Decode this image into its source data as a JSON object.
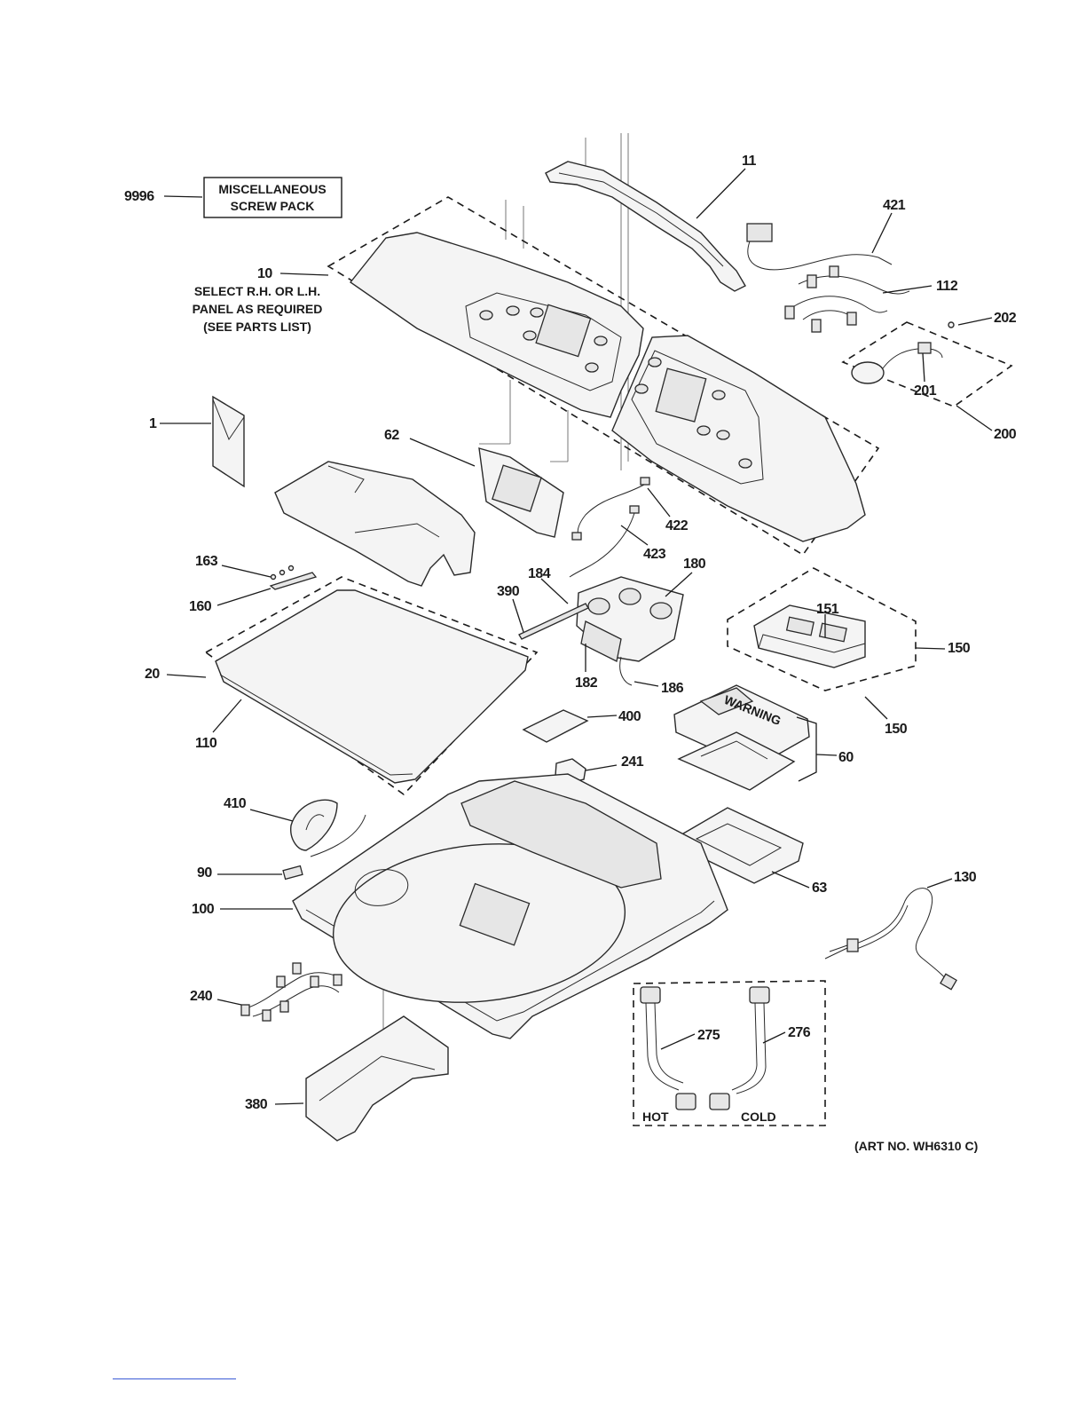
{
  "callouts": {
    "c9996": "9996",
    "c11": "11",
    "c421": "421",
    "c10": "10",
    "c112": "112",
    "c202": "202",
    "c201": "201",
    "c200": "200",
    "c1": "1",
    "c62": "62",
    "c422": "422",
    "c423": "423",
    "c163": "163",
    "c184": "184",
    "c180": "180",
    "c390": "390",
    "c160": "160",
    "c151": "151",
    "c150a": "150",
    "c150b": "150",
    "c20": "20",
    "c182": "182",
    "c186": "186",
    "c400": "400",
    "c110": "110",
    "c60": "60",
    "c241": "241",
    "c410": "410",
    "c90": "90",
    "c63": "63",
    "c130": "130",
    "c100": "100",
    "c275": "275",
    "c276": "276",
    "c240": "240",
    "c380": "380"
  },
  "notes": {
    "misc_line1": "MISCELLANEOUS",
    "misc_line2": "SCREW PACK",
    "select_line1": "SELECT R.H. OR L.H.",
    "select_line2": "PANEL AS REQUIRED",
    "select_line3": "(SEE PARTS LIST)",
    "hot": "HOT",
    "cold": "COLD",
    "warning": "WARNING",
    "art_no": "(ART NO. WH6310 C)"
  }
}
